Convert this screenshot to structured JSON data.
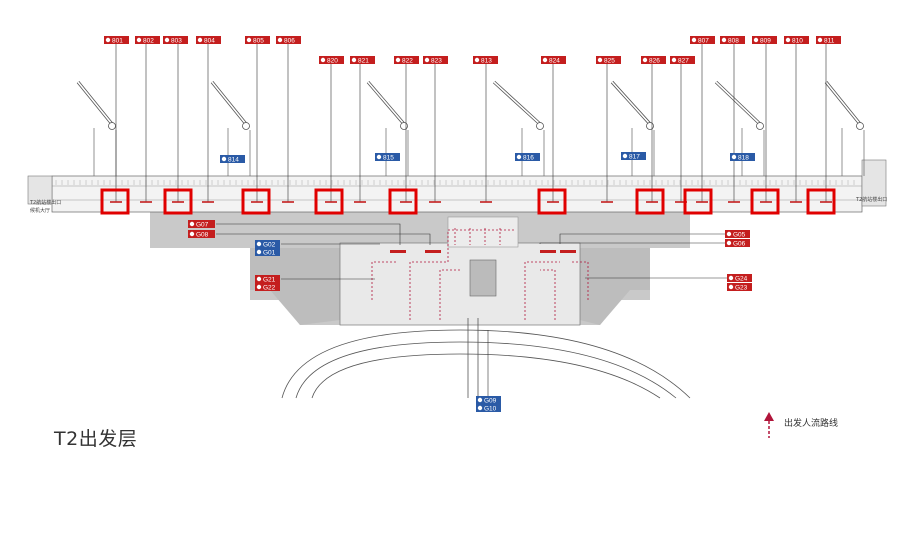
{
  "title": "T2出发层",
  "legend": {
    "label": "出发人流路线",
    "arrow_color": "#b0143a"
  },
  "colors": {
    "gate_red": "#c41e1e",
    "gate_blue": "#2a5aa6",
    "highlight_red": "#e00000",
    "apron_gray": "#cfcfcf",
    "dark_gray": "#a9a9a9",
    "flow_line": "#b0143a"
  },
  "top_gates": {
    "row1": [
      "801",
      "802",
      "803",
      "804",
      "805",
      "806",
      "807",
      "808",
      "809",
      "810",
      "811"
    ],
    "row2": [
      "820",
      "821",
      "822",
      "823",
      "813",
      "824",
      "825",
      "826",
      "827"
    ],
    "blue": [
      "814",
      "815",
      "816",
      "817",
      "818"
    ]
  },
  "side_gates": {
    "left_red": [
      "G07",
      "G08"
    ],
    "left_blue": [
      "G02",
      "G01"
    ],
    "left_red_lower": [
      "G21",
      "G22"
    ],
    "right_red": [
      "G05",
      "G06"
    ],
    "right_red_lower": [
      "G24",
      "G23"
    ],
    "bottom_blue": [
      "G09",
      "G10"
    ]
  },
  "side_labels": {
    "left_top": "T2航站楼出口",
    "left_bottom": "候机大厅",
    "right": "T2航站楼出口"
  }
}
